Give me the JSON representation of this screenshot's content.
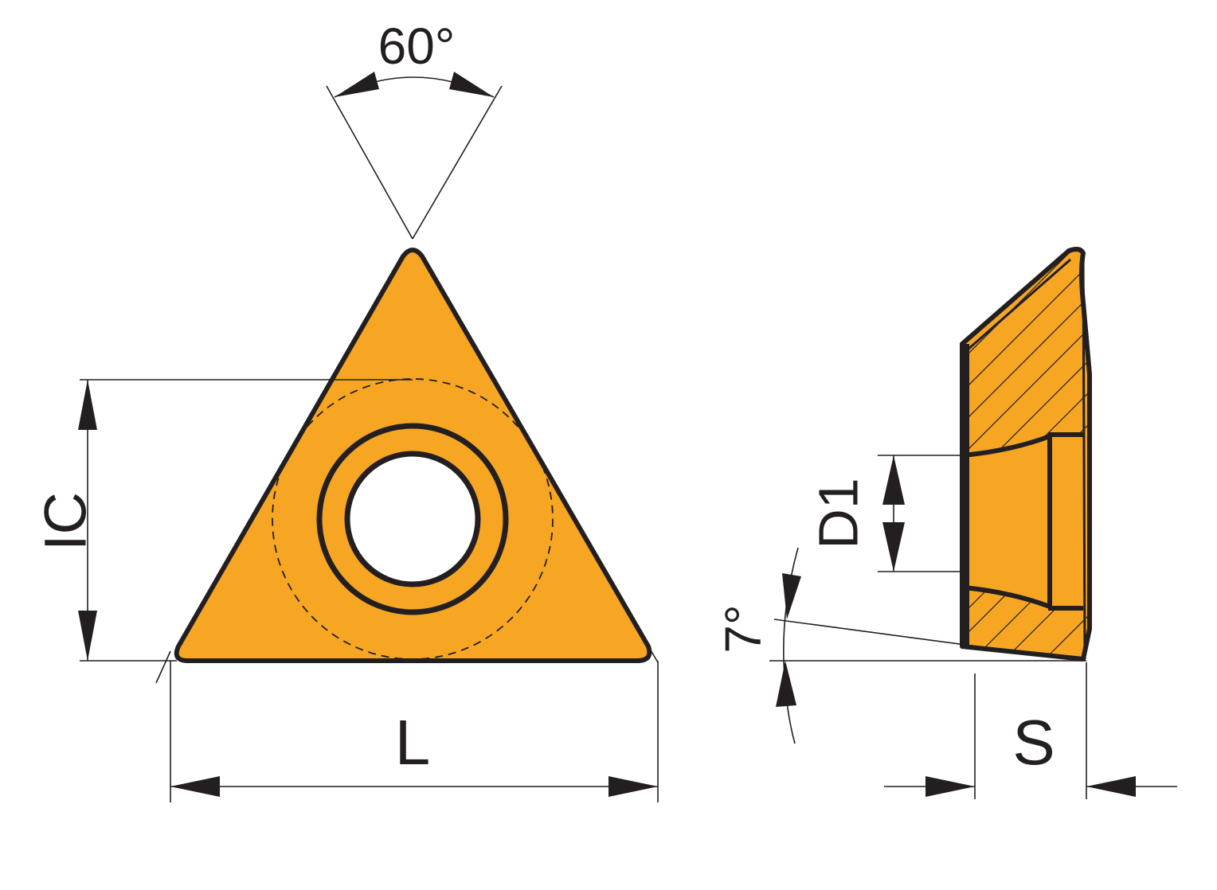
{
  "colors": {
    "insert_fill": "#f6a623",
    "line": "#231f20",
    "background": "#ffffff"
  },
  "labels": {
    "angle_top": "60°",
    "ic": "IC",
    "length": "L",
    "hole_diameter": "D1",
    "clearance_angle": "7°",
    "thickness": "S"
  }
}
